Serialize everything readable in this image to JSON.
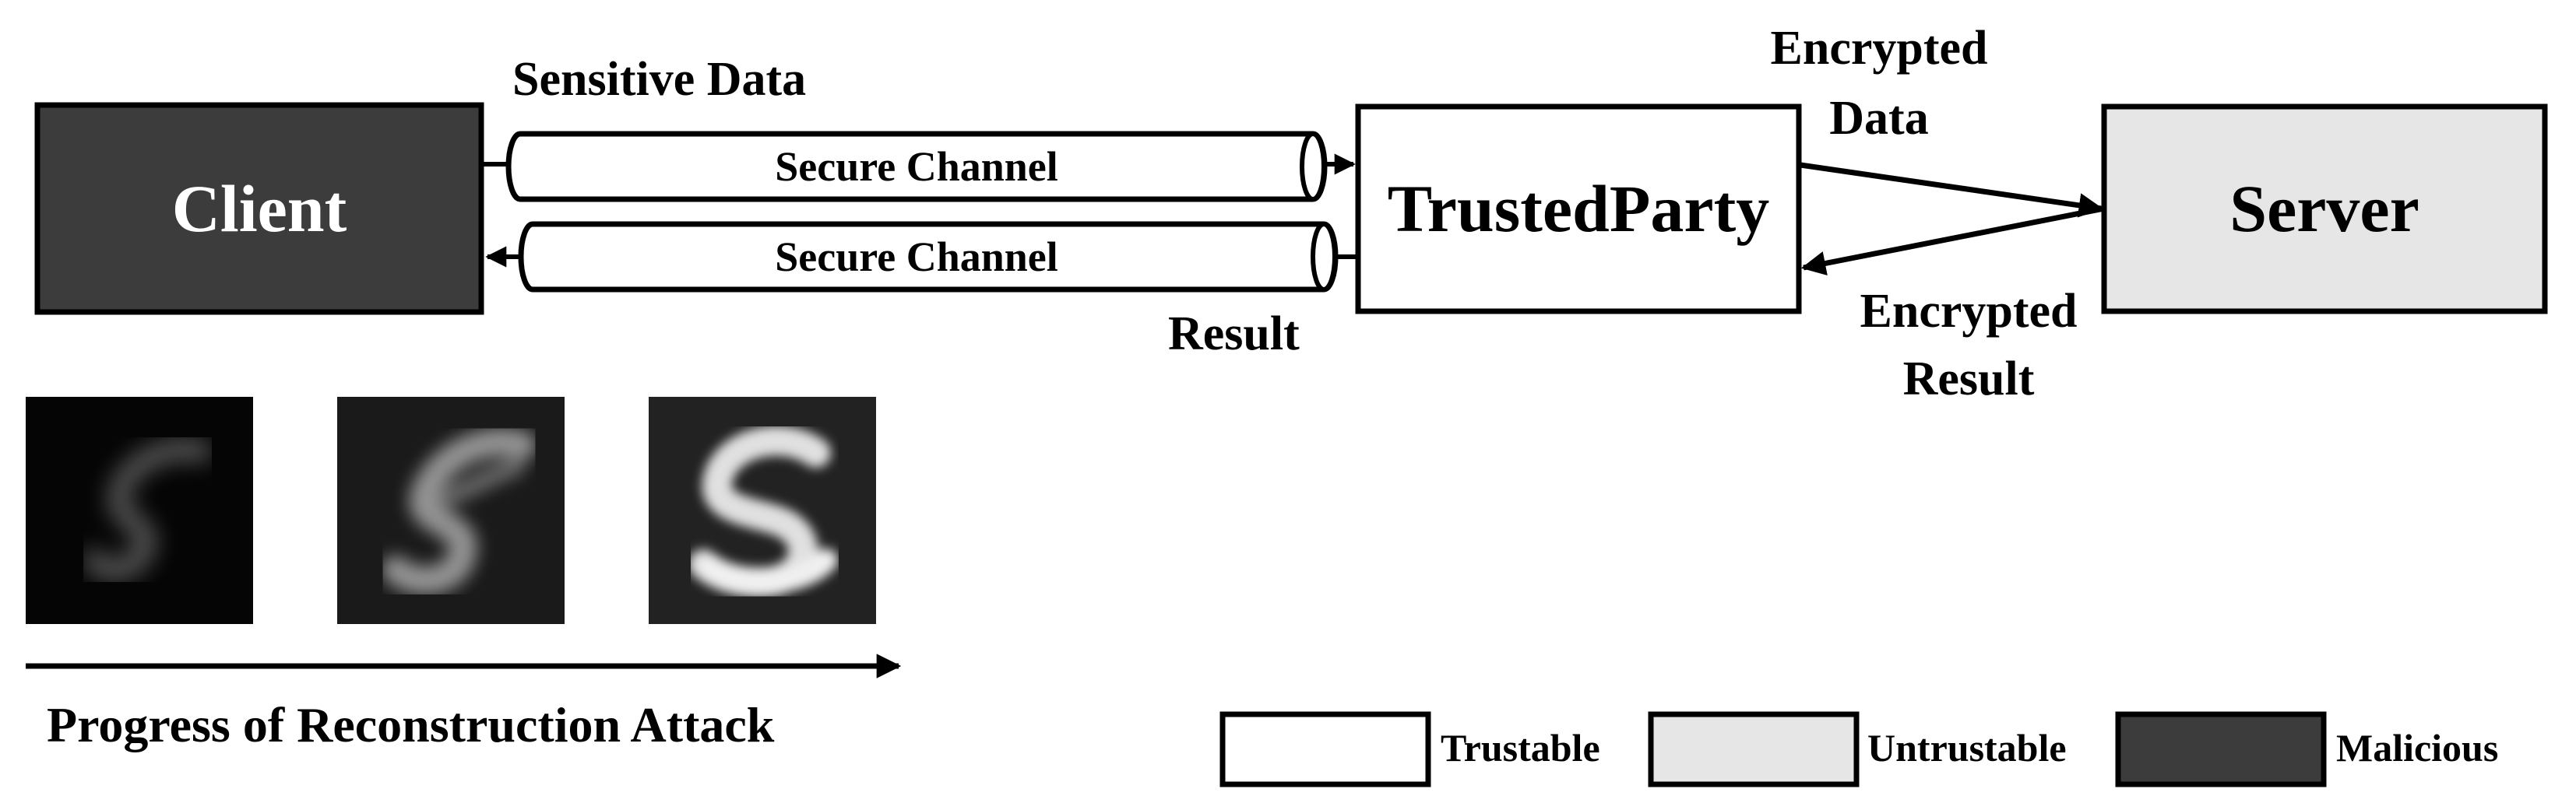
{
  "diagram": {
    "nodes": {
      "client": {
        "label": "Client",
        "role": "Malicious"
      },
      "trusted_party": {
        "label": "Trusted Party",
        "role": "Trustable"
      },
      "server": {
        "label": "Server",
        "role": "Untrustable"
      }
    },
    "channels": {
      "top": "Secure Channel",
      "bottom": "Secure Channel"
    },
    "edge_labels": {
      "sensitive_data": "Sensitive Data",
      "result": "Result",
      "encrypted_data_line1": "Encrypted",
      "encrypted_data_line2": "Data",
      "encrypted_result_line1": "Encrypted",
      "encrypted_result_line2": "Result"
    },
    "attack": {
      "caption": "Progress of Reconstruction Attack",
      "stages": [
        "stage-1",
        "stage-2",
        "stage-3"
      ]
    },
    "legend": [
      {
        "label": "Trustable",
        "color": "#ffffff"
      },
      {
        "label": "Untrustable",
        "color": "#e6e6e6"
      },
      {
        "label": "Malicious",
        "color": "#3c3c3c"
      }
    ]
  },
  "colors": {
    "malicious": "#3c3c3c",
    "untrustable": "#e6e6e6",
    "trustable": "#ffffff",
    "stroke": "#000000"
  },
  "icons": [
    "arrow-right-icon",
    "arrow-left-icon",
    "pipe-icon"
  ]
}
